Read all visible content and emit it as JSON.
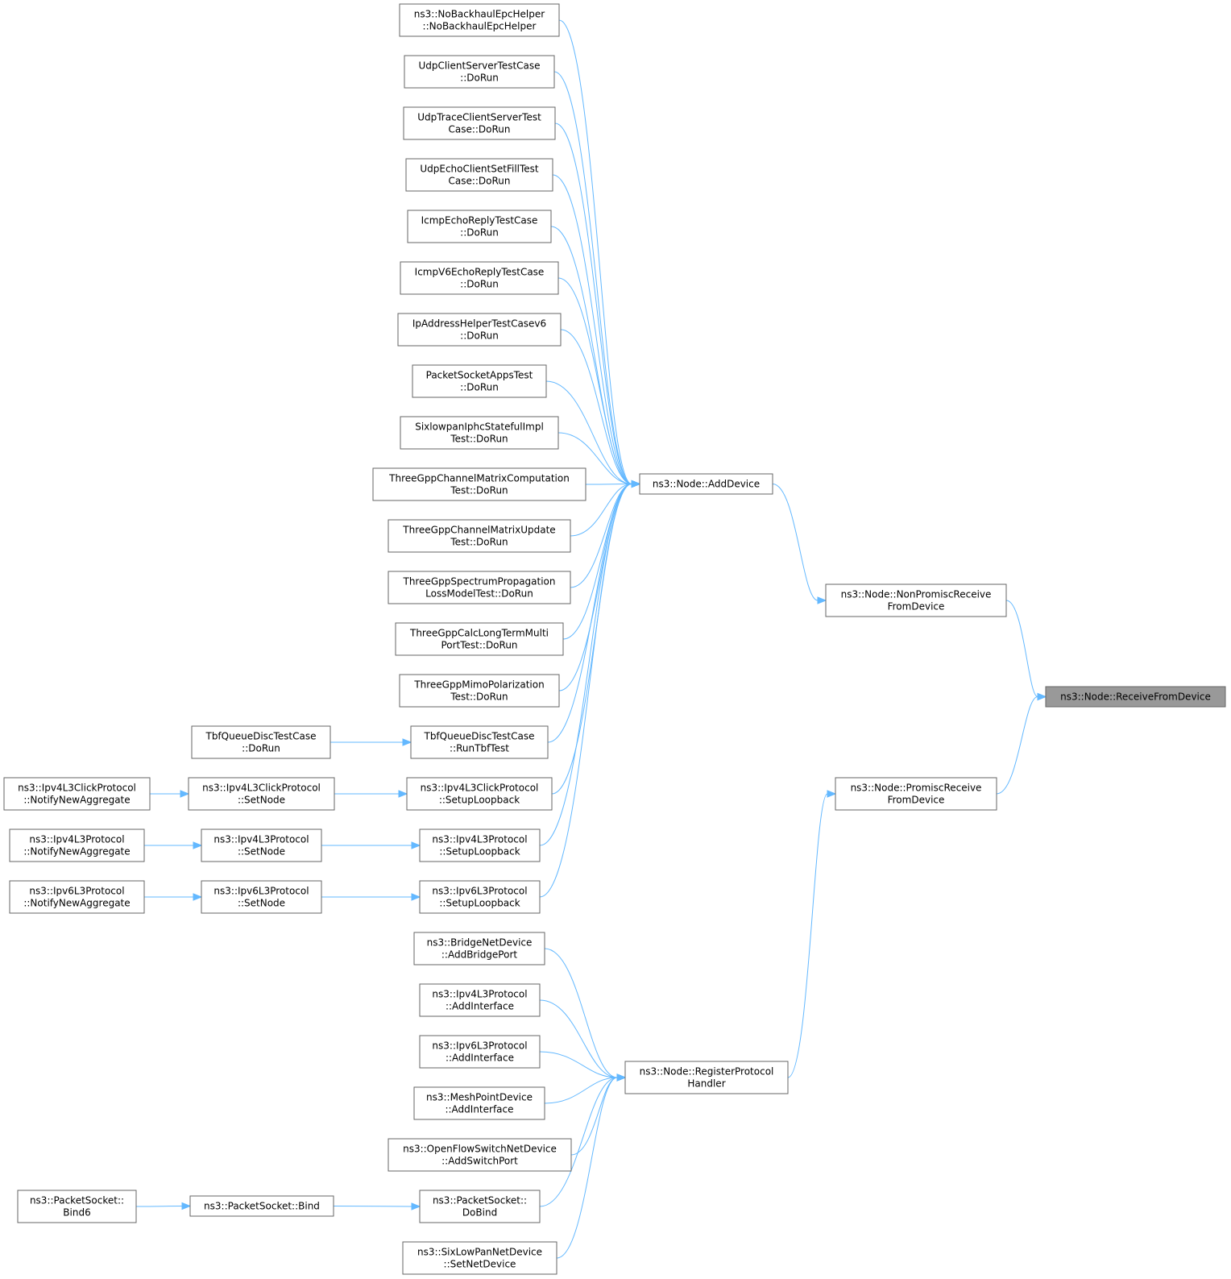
{
  "nodes": [
    {
      "id": "n_nobackhaul",
      "label": [
        "ns3::NoBackhaulEpcHelper",
        "::NoBackhaulEpcHelper"
      ]
    },
    {
      "id": "n_udpcs",
      "label": [
        "UdpClientServerTestCase",
        "::DoRun"
      ]
    },
    {
      "id": "n_udptrace",
      "label": [
        "UdpTraceClientServerTest",
        "Case::DoRun"
      ]
    },
    {
      "id": "n_udpecho",
      "label": [
        "UdpEchoClientSetFillTest",
        "Case::DoRun"
      ]
    },
    {
      "id": "n_icmp4",
      "label": [
        "IcmpEchoReplyTestCase",
        "::DoRun"
      ]
    },
    {
      "id": "n_icmp6",
      "label": [
        "IcmpV6EchoReplyTestCase",
        "::DoRun"
      ]
    },
    {
      "id": "n_ipaddr",
      "label": [
        "IpAddressHelperTestCasev6",
        "::DoRun"
      ]
    },
    {
      "id": "n_pktapps",
      "label": [
        "PacketSocketAppsTest",
        "::DoRun"
      ]
    },
    {
      "id": "n_sixlowpan",
      "label": [
        "SixlowpanIphcStatefulImpl",
        "Test::DoRun"
      ]
    },
    {
      "id": "n_chmatcomp",
      "label": [
        "ThreeGppChannelMatrixComputation",
        "Test::DoRun"
      ]
    },
    {
      "id": "n_chmatupd",
      "label": [
        "ThreeGppChannelMatrixUpdate",
        "Test::DoRun"
      ]
    },
    {
      "id": "n_spectrum",
      "label": [
        "ThreeGppSpectrumPropagation",
        "LossModelTest::DoRun"
      ]
    },
    {
      "id": "n_calclong",
      "label": [
        "ThreeGppCalcLongTermMulti",
        "PortTest::DoRun"
      ]
    },
    {
      "id": "n_mimo",
      "label": [
        "ThreeGppMimoPolarization",
        "Test::DoRun"
      ]
    },
    {
      "id": "n_tbfrun",
      "label": [
        "TbfQueueDiscTestCase",
        "::RunTbfTest"
      ]
    },
    {
      "id": "n_tbfdorun",
      "label": [
        "TbfQueueDiscTestCase",
        "::DoRun"
      ]
    },
    {
      "id": "n_clicksetup",
      "label": [
        "ns3::Ipv4L3ClickProtocol",
        "::SetupLoopback"
      ]
    },
    {
      "id": "n_clicksetnode",
      "label": [
        "ns3::Ipv4L3ClickProtocol",
        "::SetNode"
      ]
    },
    {
      "id": "n_clicknotify",
      "label": [
        "ns3::Ipv4L3ClickProtocol",
        "::NotifyNewAggregate"
      ]
    },
    {
      "id": "n_ipv4setup",
      "label": [
        "ns3::Ipv4L3Protocol",
        "::SetupLoopback"
      ]
    },
    {
      "id": "n_ipv4setnode",
      "label": [
        "ns3::Ipv4L3Protocol",
        "::SetNode"
      ]
    },
    {
      "id": "n_ipv4notify",
      "label": [
        "ns3::Ipv4L3Protocol",
        "::NotifyNewAggregate"
      ]
    },
    {
      "id": "n_ipv6setup",
      "label": [
        "ns3::Ipv6L3Protocol",
        "::SetupLoopback"
      ]
    },
    {
      "id": "n_ipv6setnode",
      "label": [
        "ns3::Ipv6L3Protocol",
        "::SetNode"
      ]
    },
    {
      "id": "n_ipv6notify",
      "label": [
        "ns3::Ipv6L3Protocol",
        "::NotifyNewAggregate"
      ]
    },
    {
      "id": "n_adddevice",
      "label": [
        "ns3::Node::AddDevice"
      ]
    },
    {
      "id": "n_nonpromisc",
      "label": [
        "ns3::Node::NonPromiscReceive",
        "FromDevice"
      ]
    },
    {
      "id": "n_receive",
      "label": [
        "ns3::Node::ReceiveFromDevice"
      ],
      "focus": true
    },
    {
      "id": "n_promisc",
      "label": [
        "ns3::Node::PromiscReceive",
        "FromDevice"
      ]
    },
    {
      "id": "n_register",
      "label": [
        "ns3::Node::RegisterProtocol",
        "Handler"
      ]
    },
    {
      "id": "n_bridge",
      "label": [
        "ns3::BridgeNetDevice",
        "::AddBridgePort"
      ]
    },
    {
      "id": "n_ipv4addif",
      "label": [
        "ns3::Ipv4L3Protocol",
        "::AddInterface"
      ]
    },
    {
      "id": "n_ipv6addif",
      "label": [
        "ns3::Ipv6L3Protocol",
        "::AddInterface"
      ]
    },
    {
      "id": "n_mesh",
      "label": [
        "ns3::MeshPointDevice",
        "::AddInterface"
      ]
    },
    {
      "id": "n_openflow",
      "label": [
        "ns3::OpenFlowSwitchNetDevice",
        "::AddSwitchPort"
      ]
    },
    {
      "id": "n_pktdobind",
      "label": [
        "ns3::PacketSocket::",
        "DoBind"
      ]
    },
    {
      "id": "n_pktbind",
      "label": [
        "ns3::PacketSocket::Bind"
      ]
    },
    {
      "id": "n_pktbind6",
      "label": [
        "ns3::PacketSocket::",
        "Bind6"
      ]
    },
    {
      "id": "n_sixlowdev",
      "label": [
        "ns3::SixLowPanNetDevice",
        "::SetNetDevice"
      ]
    }
  ],
  "edges": [
    {
      "from": "n_nobackhaul",
      "to": "n_adddevice"
    },
    {
      "from": "n_udpcs",
      "to": "n_adddevice"
    },
    {
      "from": "n_udptrace",
      "to": "n_adddevice"
    },
    {
      "from": "n_udpecho",
      "to": "n_adddevice"
    },
    {
      "from": "n_icmp4",
      "to": "n_adddevice"
    },
    {
      "from": "n_icmp6",
      "to": "n_adddevice"
    },
    {
      "from": "n_ipaddr",
      "to": "n_adddevice"
    },
    {
      "from": "n_pktapps",
      "to": "n_adddevice"
    },
    {
      "from": "n_sixlowpan",
      "to": "n_adddevice"
    },
    {
      "from": "n_chmatcomp",
      "to": "n_adddevice"
    },
    {
      "from": "n_chmatupd",
      "to": "n_adddevice"
    },
    {
      "from": "n_spectrum",
      "to": "n_adddevice"
    },
    {
      "from": "n_calclong",
      "to": "n_adddevice"
    },
    {
      "from": "n_mimo",
      "to": "n_adddevice"
    },
    {
      "from": "n_tbfrun",
      "to": "n_adddevice"
    },
    {
      "from": "n_clicksetup",
      "to": "n_adddevice"
    },
    {
      "from": "n_ipv4setup",
      "to": "n_adddevice"
    },
    {
      "from": "n_ipv6setup",
      "to": "n_adddevice"
    },
    {
      "from": "n_tbfdorun",
      "to": "n_tbfrun"
    },
    {
      "from": "n_clicksetnode",
      "to": "n_clicksetup"
    },
    {
      "from": "n_clicknotify",
      "to": "n_clicksetnode"
    },
    {
      "from": "n_ipv4setnode",
      "to": "n_ipv4setup"
    },
    {
      "from": "n_ipv4notify",
      "to": "n_ipv4setnode"
    },
    {
      "from": "n_ipv6setnode",
      "to": "n_ipv6setup"
    },
    {
      "from": "n_ipv6notify",
      "to": "n_ipv6setnode"
    },
    {
      "from": "n_adddevice",
      "to": "n_nonpromisc"
    },
    {
      "from": "n_nonpromisc",
      "to": "n_receive"
    },
    {
      "from": "n_promisc",
      "to": "n_receive"
    },
    {
      "from": "n_register",
      "to": "n_promisc"
    },
    {
      "from": "n_bridge",
      "to": "n_register"
    },
    {
      "from": "n_ipv4addif",
      "to": "n_register"
    },
    {
      "from": "n_ipv6addif",
      "to": "n_register"
    },
    {
      "from": "n_mesh",
      "to": "n_register"
    },
    {
      "from": "n_openflow",
      "to": "n_register"
    },
    {
      "from": "n_pktdobind",
      "to": "n_register"
    },
    {
      "from": "n_sixlowdev",
      "to": "n_register"
    },
    {
      "from": "n_pktbind",
      "to": "n_pktdobind"
    },
    {
      "from": "n_pktbind6",
      "to": "n_pktbind"
    }
  ]
}
